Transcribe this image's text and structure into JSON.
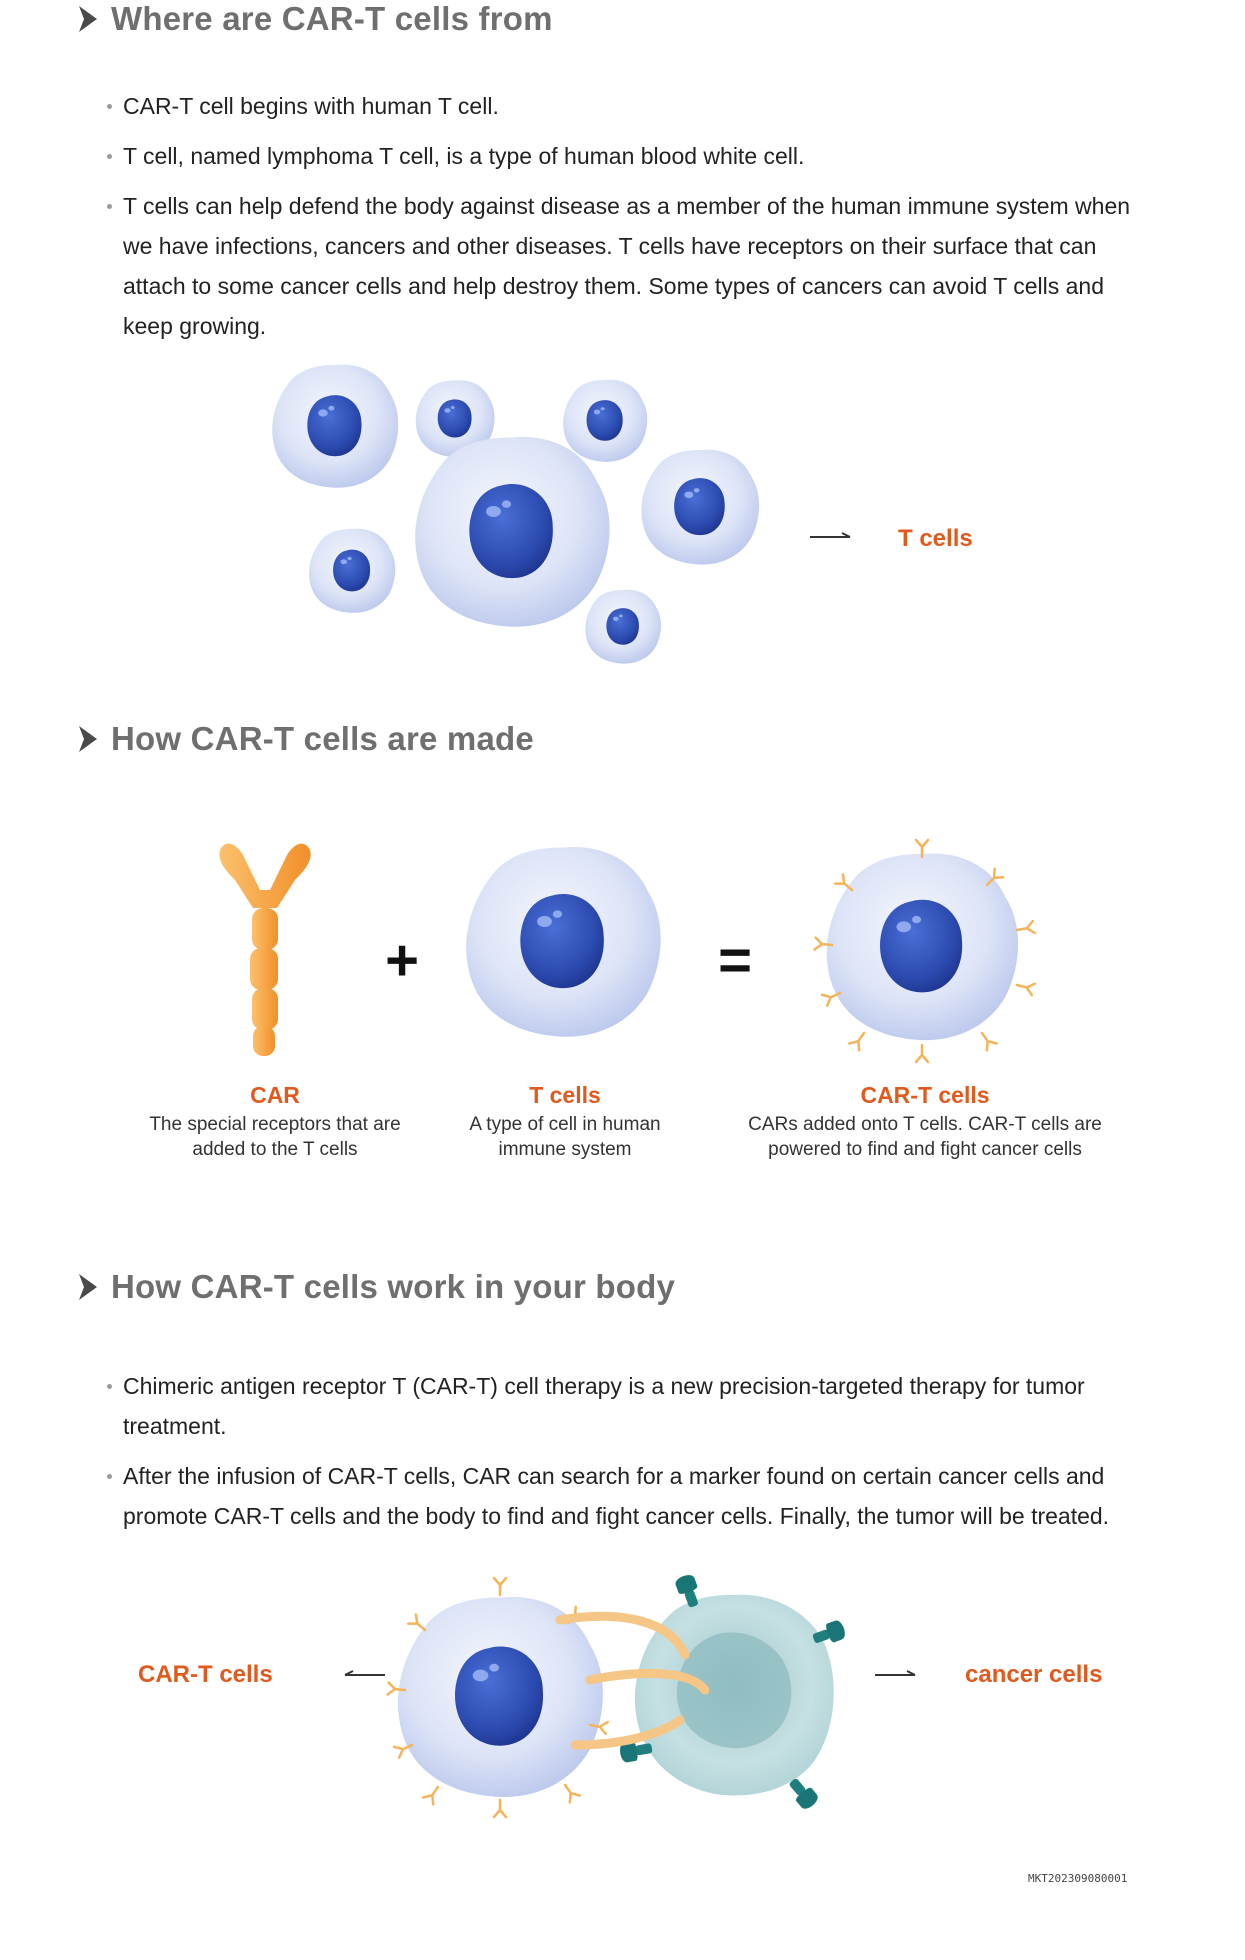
{
  "section1": {
    "title": "Where are CAR-T cells from",
    "bullets": [
      "CAR-T cell begins with human T cell.",
      "T cell, named lymphoma T cell, is a type of human blood white cell.",
      "T cells can help defend the body against disease as a member of the human immune system when we have infections, cancers and other diseases. T cells have receptors on their surface that can attach to some cancer cells and help destroy them.  Some types of cancers can avoid T cells and keep growing."
    ],
    "figure_label": "T cells"
  },
  "section2": {
    "title": "How CAR-T cells are made",
    "plus": "+",
    "equals": "=",
    "items": [
      {
        "title": "CAR",
        "desc_line1": "The special receptors that are",
        "desc_line2": "added to the T cells"
      },
      {
        "title": "T cells",
        "desc_line1": "A type of cell in human",
        "desc_line2": "immune system"
      },
      {
        "title": "CAR-T cells",
        "desc_line1": "CARs added onto T cells. CAR-T cells are",
        "desc_line2": "powered to find and fight cancer cells"
      }
    ]
  },
  "section3": {
    "title": "How CAR-T cells work in your body",
    "bullets": [
      "Chimeric antigen receptor T (CAR-T) cell therapy is a new precision-targeted therapy for tumor treatment.",
      "After the infusion of CAR-T cells, CAR can search for a marker found on certain cancer cells and promote CAR-T cells and the body to find and fight cancer cells. Finally, the tumor will be treated."
    ],
    "left_label": "CAR-T cells",
    "right_label": "cancer cells"
  },
  "footer": {
    "code": "MKT202309080001"
  },
  "colors": {
    "heading": "#6f6f6f",
    "accent_orange": "#e05a1e",
    "cell_body": "#dfe6f8",
    "nucleus": "#2f4fb5",
    "car_orange": "#f7a84a",
    "cancer_teal": "#1f7f7f"
  },
  "icons": {
    "heading_marker": "chevron-right-icon",
    "arrow": "arrow-icon"
  }
}
